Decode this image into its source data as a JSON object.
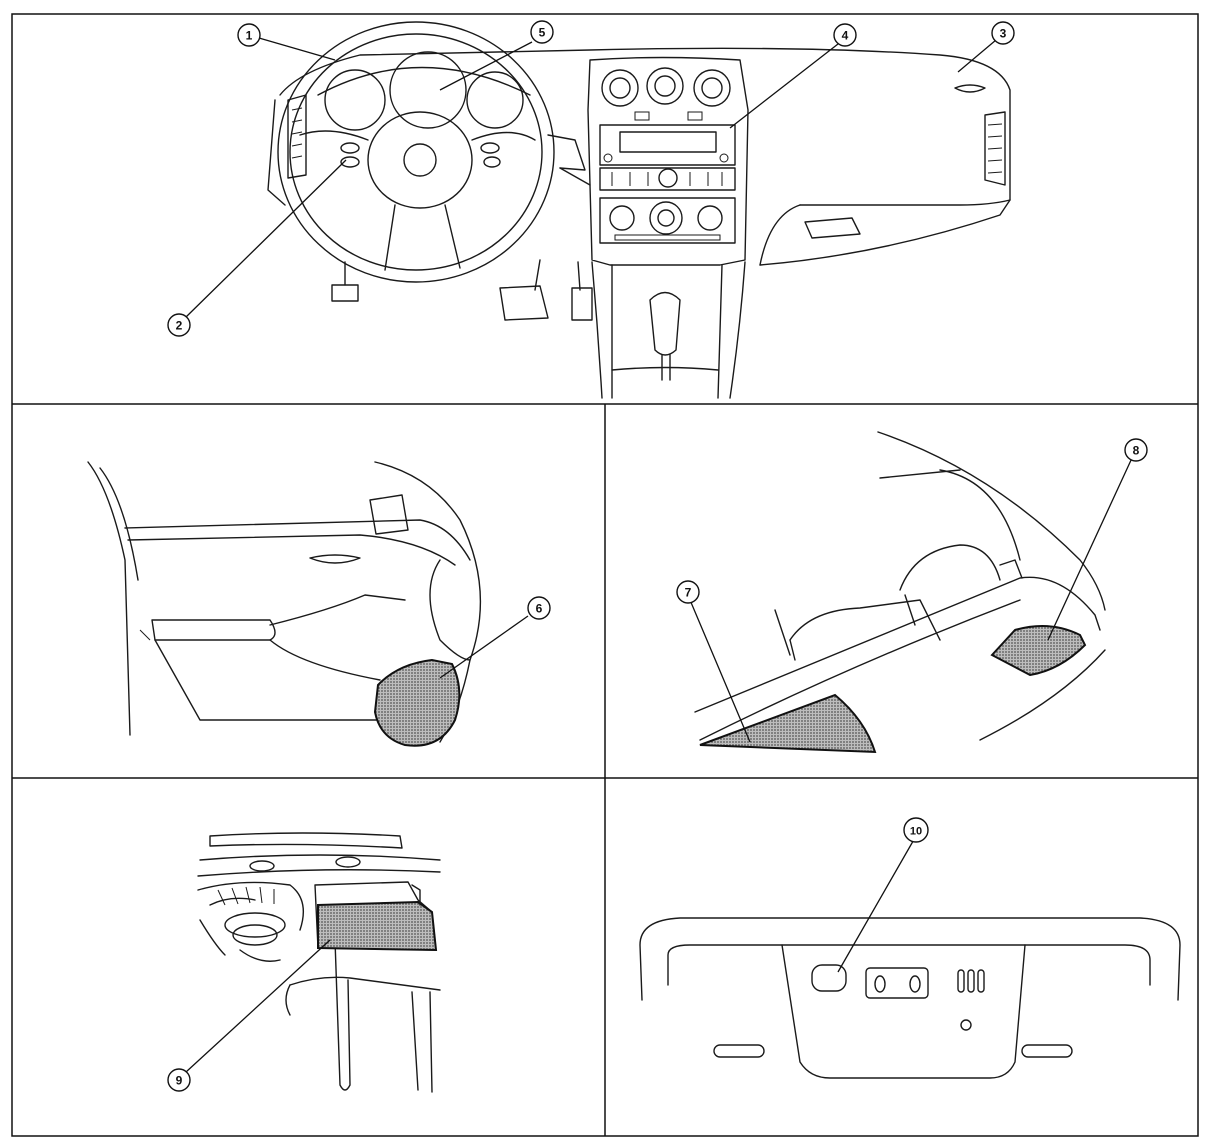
{
  "callouts": [
    "1",
    "2",
    "3",
    "4",
    "5",
    "6",
    "7",
    "8",
    "9",
    "10"
  ],
  "colors": {
    "line": "#1a1a1a",
    "background": "#ffffff",
    "shade": "#9a9a9a"
  }
}
